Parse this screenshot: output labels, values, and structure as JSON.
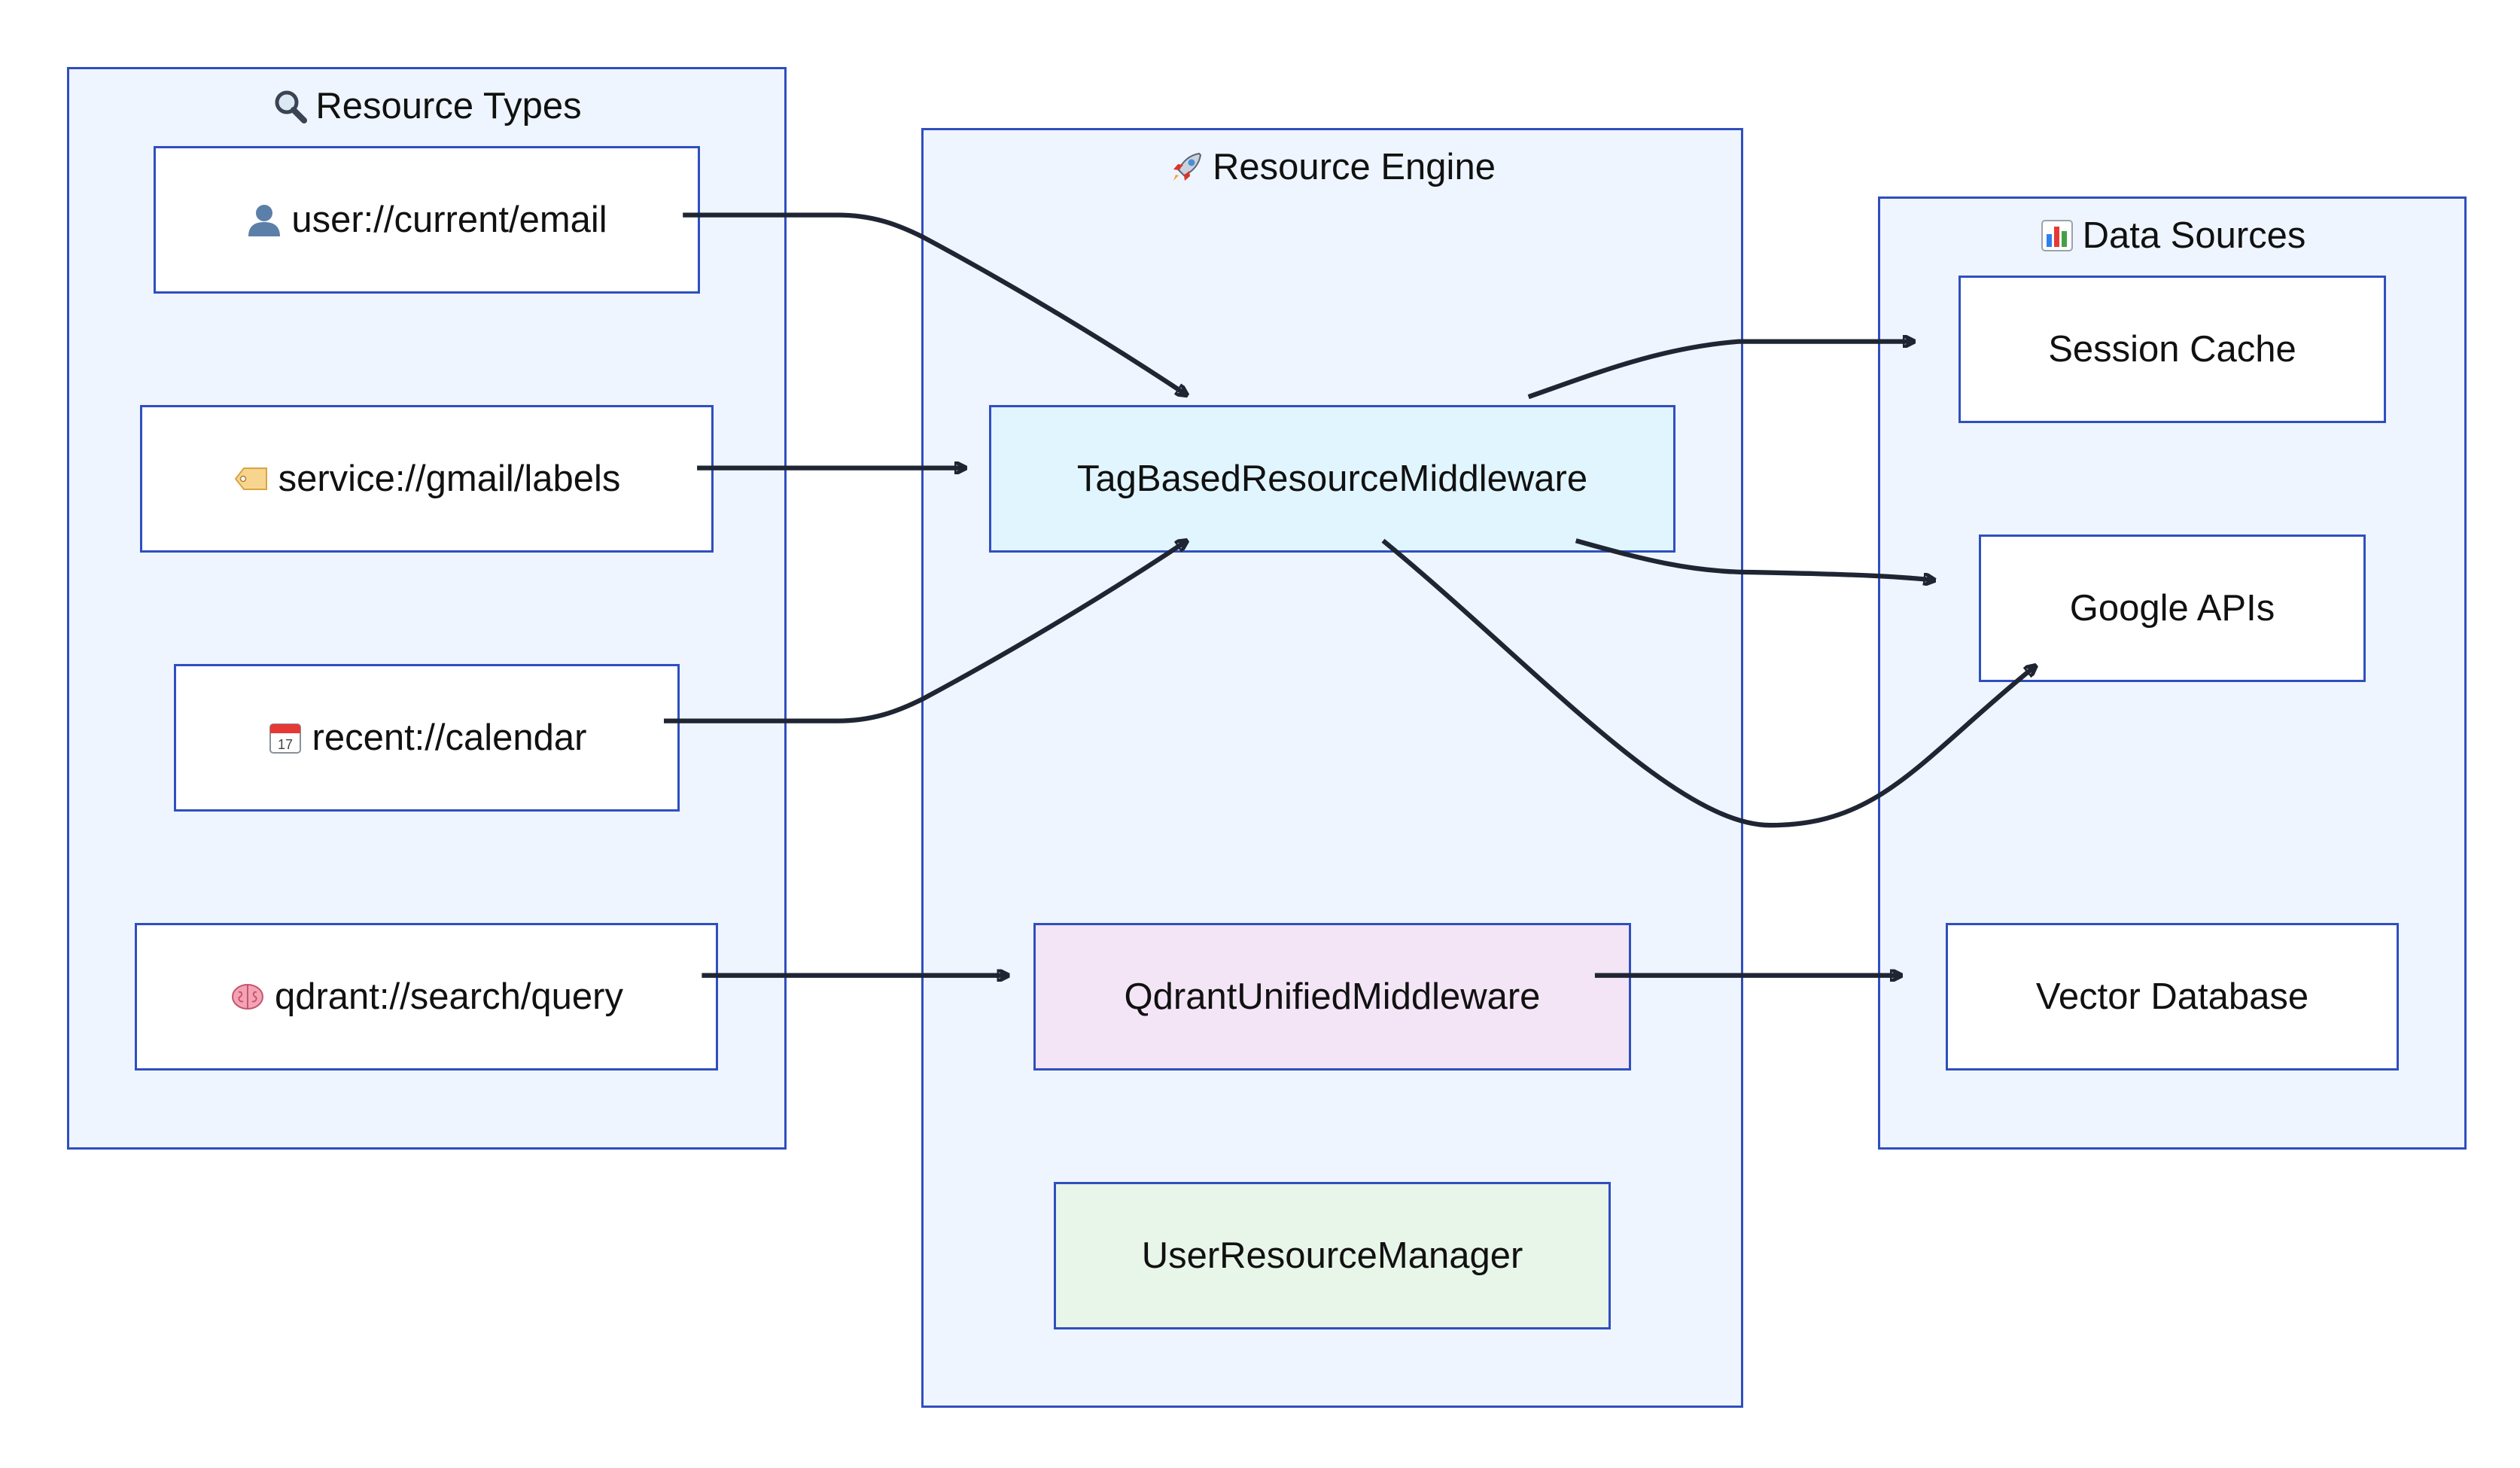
{
  "groups": {
    "resource_types": {
      "title": "Resource Types",
      "icon": "magnifier-icon"
    },
    "resource_engine": {
      "title": "Resource Engine",
      "icon": "rocket-icon"
    },
    "data_sources": {
      "title": "Data Sources",
      "icon": "bar-chart-icon"
    }
  },
  "nodes": {
    "user_email": {
      "label": "user://current/email",
      "icon": "user-silhouette-icon"
    },
    "gmail_labels": {
      "label": "service://gmail/labels",
      "icon": "tag-icon"
    },
    "calendar": {
      "label": "recent://calendar",
      "icon": "calendar-icon"
    },
    "qdrant_query": {
      "label": "qdrant://search/query",
      "icon": "brain-icon"
    },
    "tag_middleware": {
      "label": "TagBasedResourceMiddleware",
      "fill": "#e1f5fe"
    },
    "qdrant_middleware": {
      "label": "QdrantUnifiedMiddleware",
      "fill": "#f3e5f5"
    },
    "user_manager": {
      "label": "UserResourceManager",
      "fill": "#e8f5e9"
    },
    "session_cache": {
      "label": "Session Cache"
    },
    "google_apis": {
      "label": "Google APIs"
    },
    "vector_db": {
      "label": "Vector Database"
    }
  },
  "edges": [
    {
      "from": "user_email",
      "to": "tag_middleware"
    },
    {
      "from": "gmail_labels",
      "to": "tag_middleware"
    },
    {
      "from": "calendar",
      "to": "tag_middleware"
    },
    {
      "from": "qdrant_query",
      "to": "qdrant_middleware"
    },
    {
      "from": "tag_middleware",
      "to": "session_cache"
    },
    {
      "from": "tag_middleware",
      "to": "google_apis"
    },
    {
      "from": "tag_middleware",
      "to": "google_apis"
    },
    {
      "from": "qdrant_middleware",
      "to": "vector_db"
    }
  ],
  "colors": {
    "group_fill": "#eef5fe",
    "border": "#2f4fbf",
    "edge": "#1f2533"
  }
}
